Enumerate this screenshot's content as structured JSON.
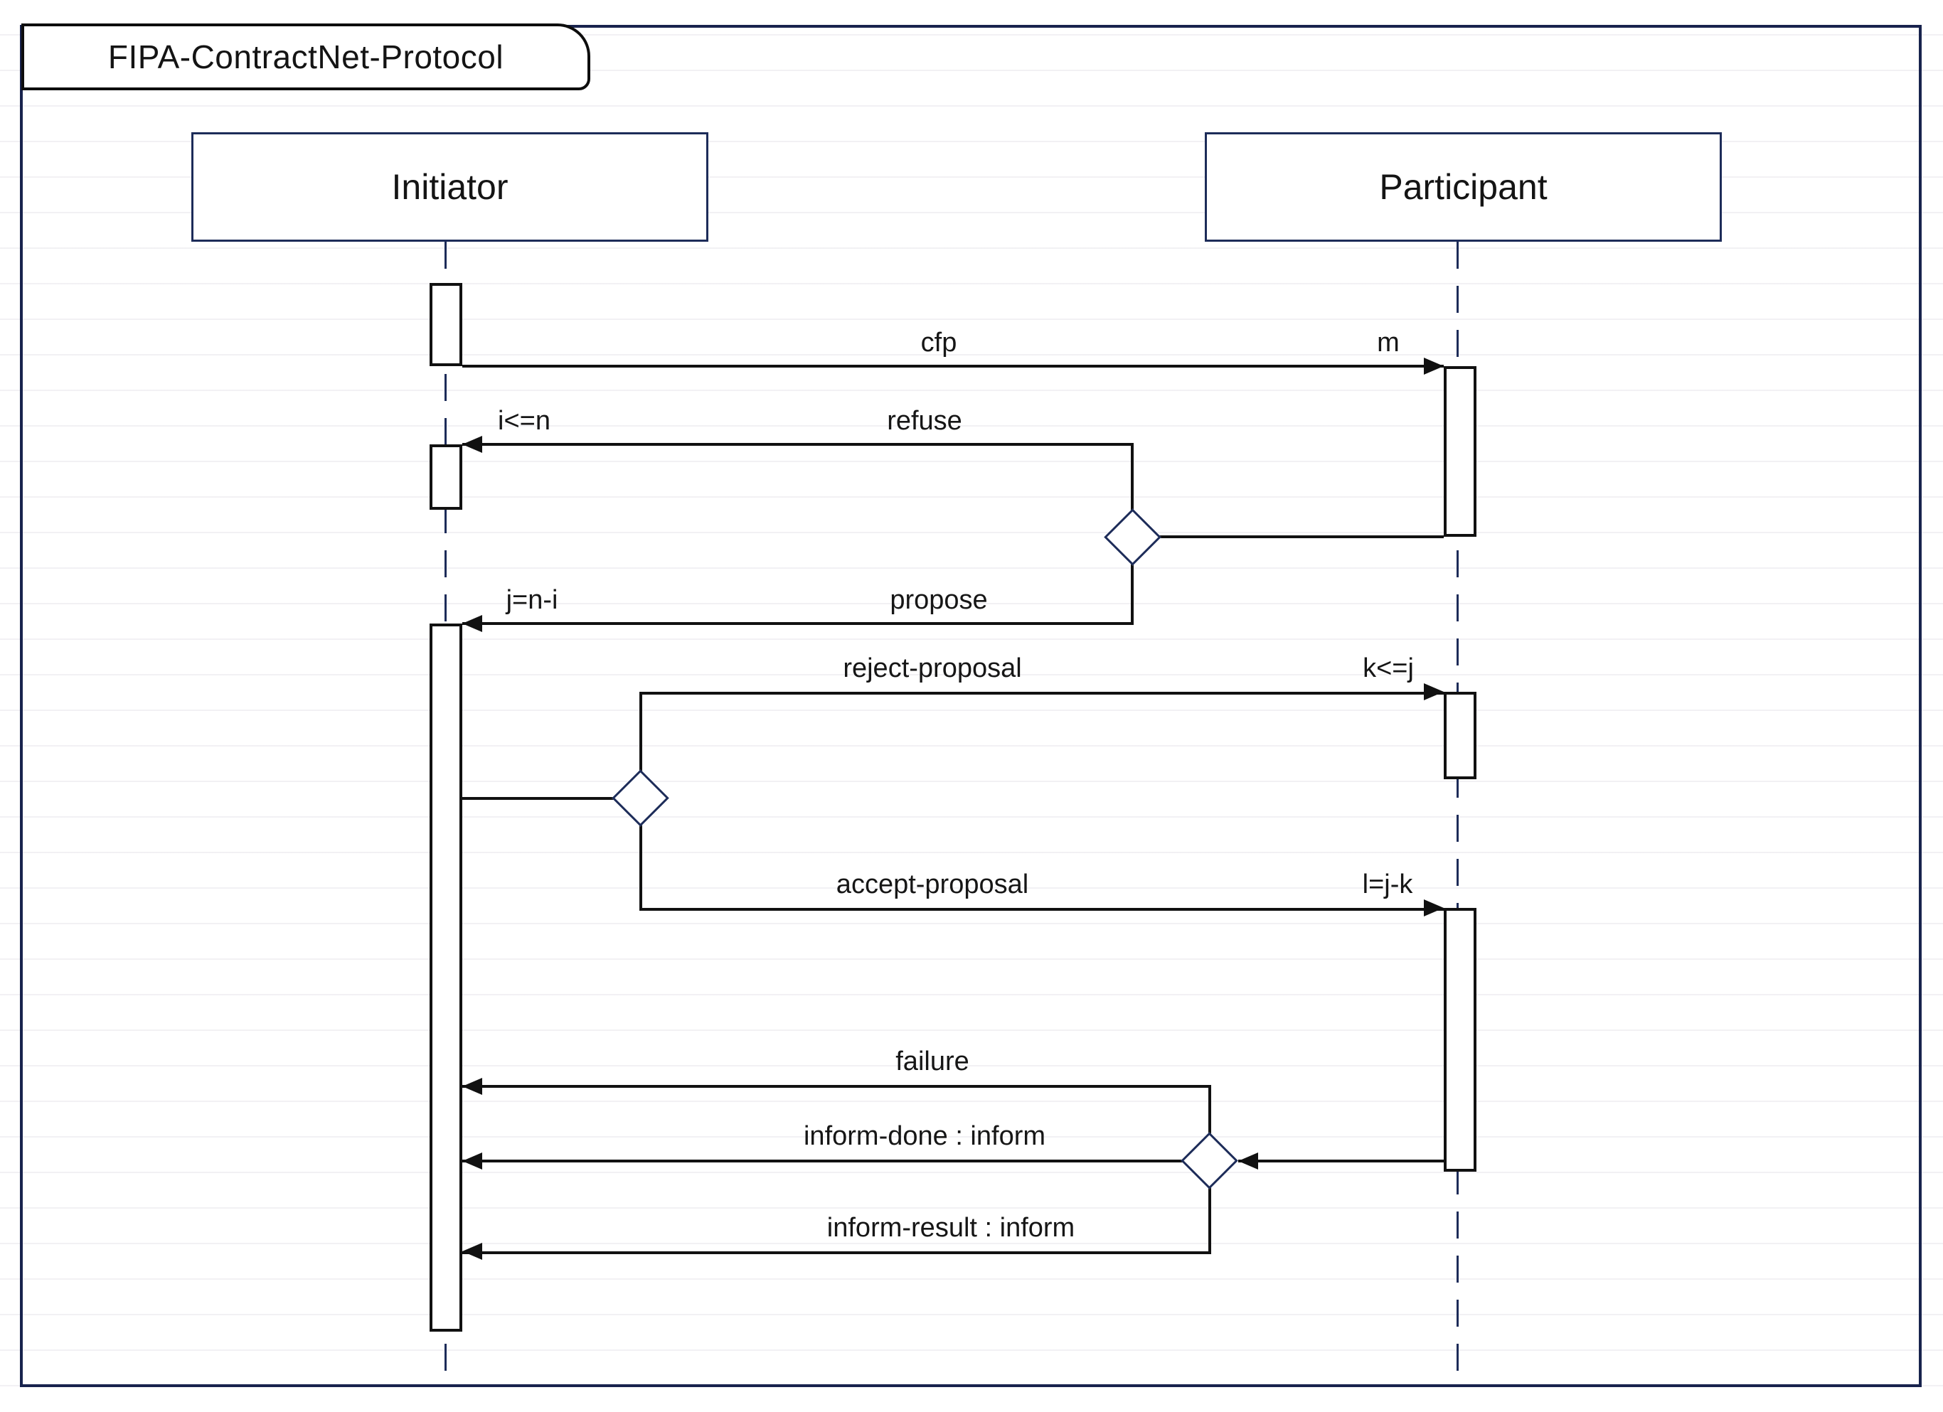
{
  "diagram": {
    "title": "FIPA-ContractNet-Protocol",
    "type": "uml-sequence-diagram",
    "lifelines": [
      {
        "name": "Initiator"
      },
      {
        "name": "Participant"
      }
    ],
    "messages": [
      {
        "label": "cfp",
        "guard": "m",
        "from": "Initiator",
        "to": "Participant"
      },
      {
        "label": "refuse",
        "guard": "i<=n",
        "from": "Participant",
        "to": "Initiator"
      },
      {
        "label": "propose",
        "guard": "j=n-i",
        "from": "Participant",
        "to": "Initiator"
      },
      {
        "label": "reject-proposal",
        "guard": "k<=j",
        "from": "Initiator",
        "to": "Participant"
      },
      {
        "label": "accept-proposal",
        "guard": "l=j-k",
        "from": "Initiator",
        "to": "Participant"
      },
      {
        "label": "failure",
        "guard": "",
        "from": "Participant",
        "to": "Initiator"
      },
      {
        "label": "inform-done : inform",
        "guard": "",
        "from": "Participant",
        "to": "Initiator"
      },
      {
        "label": "inform-result : inform",
        "guard": "",
        "from": "Participant",
        "to": "Initiator"
      }
    ],
    "colors": {
      "frame_border": "#18234d",
      "lifeline_navy": "#1d2c59",
      "message_black": "#111111",
      "background": "#ffffff"
    }
  }
}
